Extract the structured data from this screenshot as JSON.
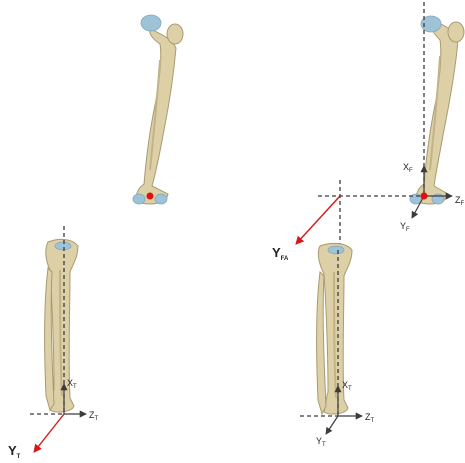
{
  "colors": {
    "bone_fill": "#ddd0a6",
    "bone_stroke": "#a89a70",
    "bone_shade": "#c2b488",
    "cartilage": "#9ec2d6",
    "axis_dash": "#3c3c3c",
    "marker": "#e01010",
    "vector": "#d81818",
    "text": "#222222"
  },
  "panels": {
    "femur_plain": {},
    "femur_axes": {
      "axis_x_label": "X",
      "axis_x_sub": "F",
      "axis_z_label": "Z",
      "axis_z_sub": "F",
      "axis_y_label": "Y",
      "axis_y_sub": "F"
    },
    "fa_frame": {
      "vector_label": "Y",
      "vector_sub": "FA"
    },
    "tibia_left": {
      "axis_x_label": "X",
      "axis_x_sub": "T",
      "axis_z_label": "Z",
      "axis_z_sub": "T",
      "vector_label": "Y",
      "vector_sub": "T"
    },
    "tibia_right": {
      "axis_x_label": "X",
      "axis_x_sub": "T",
      "axis_z_label": "Z",
      "axis_z_sub": "T",
      "axis_y_label": "Y",
      "axis_y_sub": "T"
    }
  }
}
